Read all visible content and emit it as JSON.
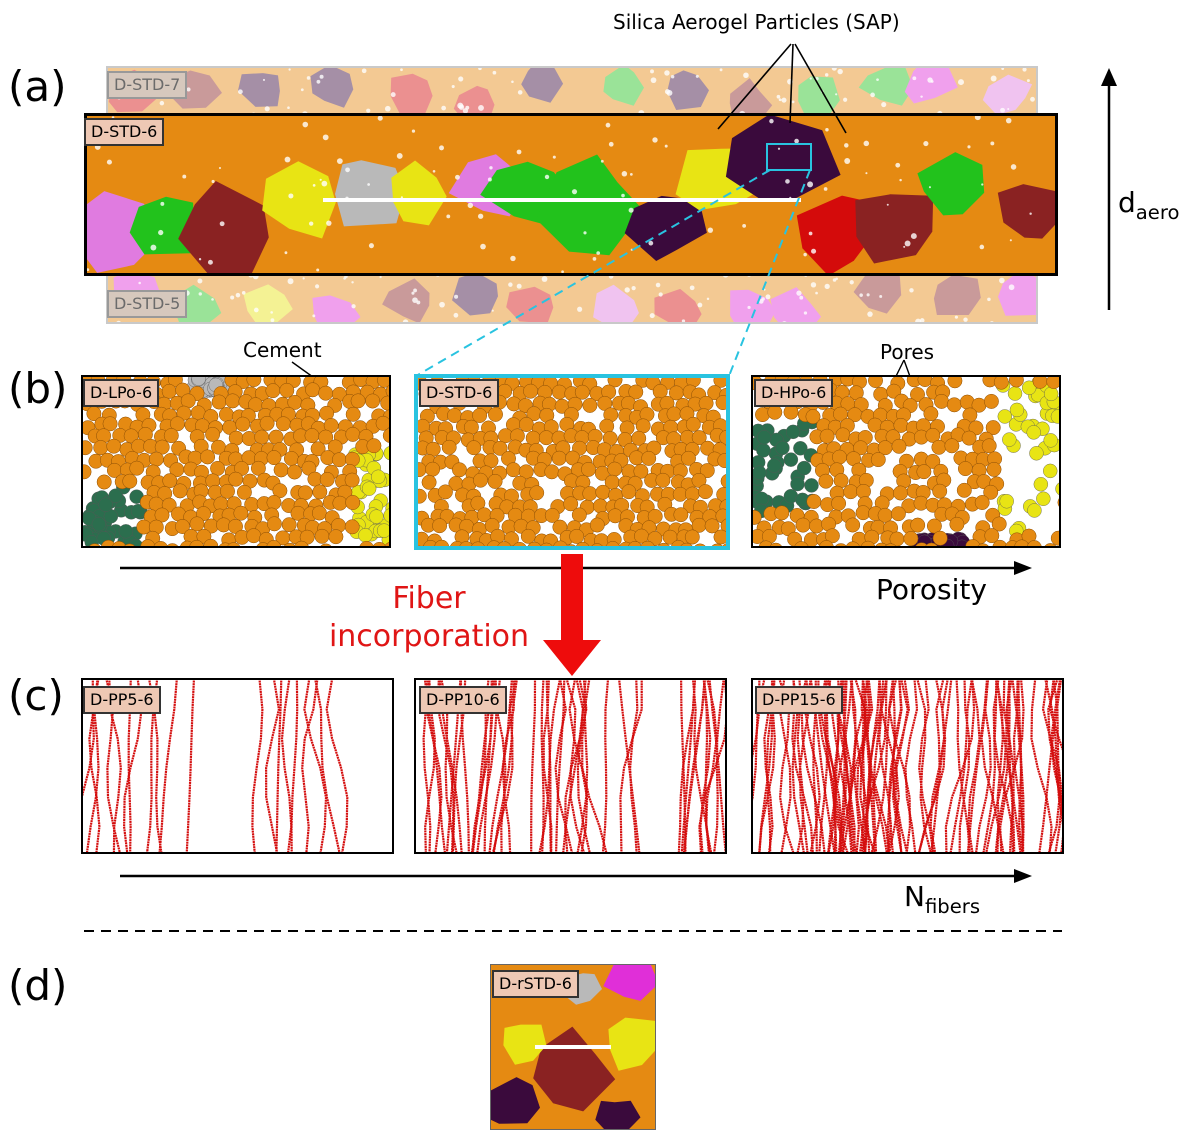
{
  "panel_letters": {
    "a": "(a)",
    "b": "(b)",
    "c": "(c)",
    "d": "(d)"
  },
  "panel_a": {
    "sap_label": "Silica Aerogel Particles (SAP)",
    "tag_top": "D-STD-7",
    "tag_main": "D-STD-6",
    "tag_bottom": "D-STD-5",
    "axis_label_main": "d",
    "axis_label_sub": "aero"
  },
  "panel_b": {
    "cement_label": "Cement",
    "pores_label": "Pores",
    "boxes": [
      "D-LPo-6",
      "D-STD-6",
      "D-HPo-6"
    ],
    "axis_label": "Porosity",
    "highlight_color": "#29c3e0"
  },
  "transition": {
    "line1": "Fiber",
    "line2": "incorporation",
    "color": "#e01515"
  },
  "panel_c": {
    "boxes": [
      "D-PP5-6",
      "D-PP10-6",
      "D-PP15-6"
    ],
    "fiber_levels": [
      5,
      10,
      15
    ],
    "axis_label_main": "N",
    "axis_label_sub": "fibers",
    "fiber_color": "#d40f0f"
  },
  "panel_d": {
    "tag": "D-rSTD-6"
  },
  "colors": {
    "cement": "#e58a12",
    "particles": [
      "#22c21c",
      "#d40b0b",
      "#2b6e4e",
      "#e02fd8",
      "#8a2222",
      "#3a0a3c",
      "#e8e414",
      "#b9b9b9",
      "#e07be0"
    ]
  }
}
